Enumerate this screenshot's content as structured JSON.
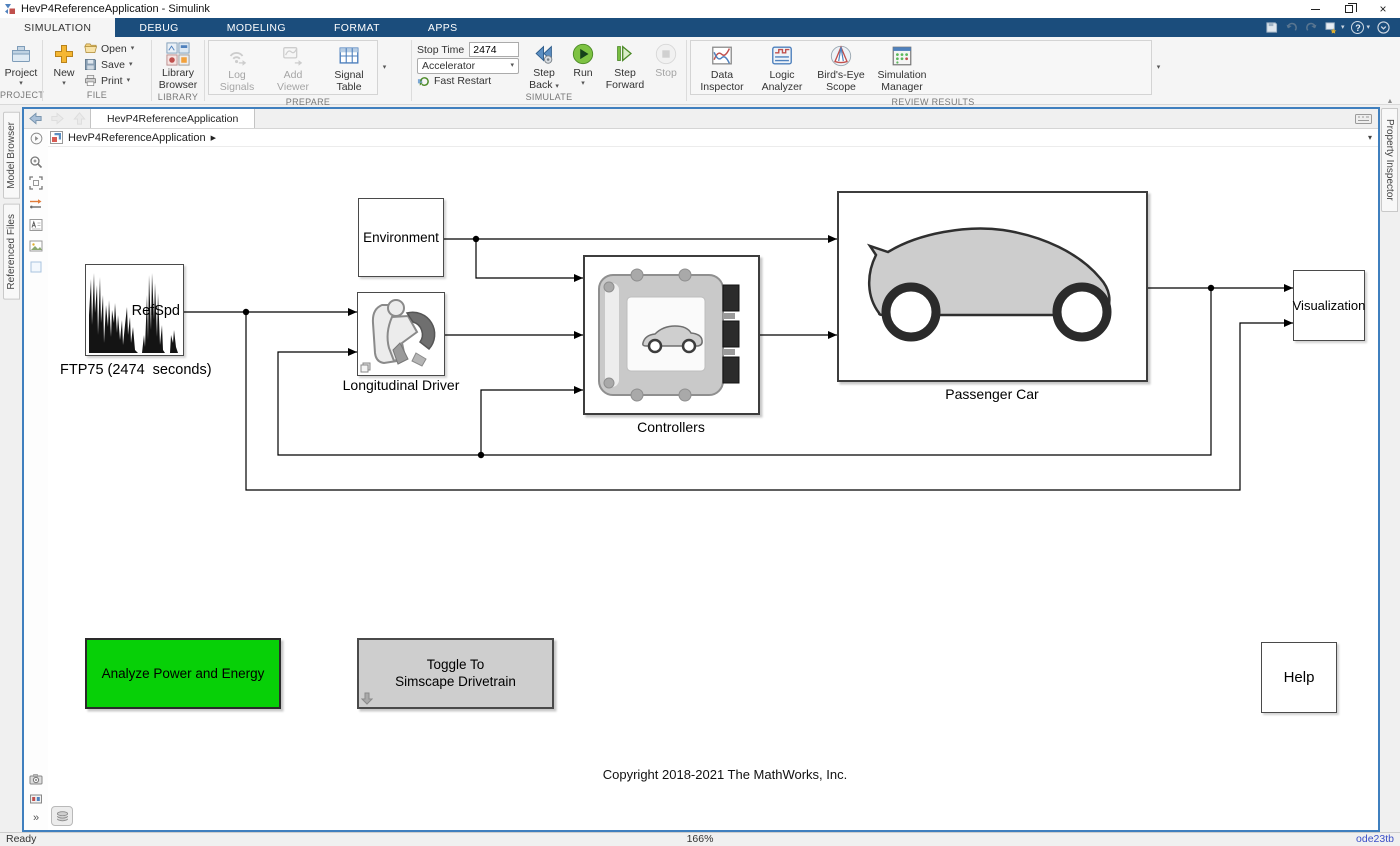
{
  "window": {
    "title": "HevP4ReferenceApplication - Simulink"
  },
  "tabs": [
    {
      "label": "SIMULATION"
    },
    {
      "label": "DEBUG"
    },
    {
      "label": "MODELING"
    },
    {
      "label": "FORMAT"
    },
    {
      "label": "APPS"
    }
  ],
  "toolbar": {
    "project": "Project",
    "new": "New",
    "open": "Open",
    "save": "Save",
    "print": "Print",
    "library_browser": "Library Browser",
    "log_signals": "Log Signals",
    "add_viewer": "Add Viewer",
    "signal_table": "Signal Table",
    "stop_time_label": "Stop Time",
    "stop_time_value": "2474",
    "sim_mode": "Accelerator",
    "fast_restart": "Fast Restart",
    "step_back": "Step Back",
    "run": "Run",
    "step_forward": "Step Forward",
    "stop": "Stop",
    "data_inspector": "Data Inspector",
    "logic_analyzer": "Logic Analyzer",
    "birds_eye_scope": "Bird's-Eye Scope",
    "simulation_manager": "Simulation Manager"
  },
  "groups": {
    "project": "PROJECT",
    "file": "FILE",
    "library": "LIBRARY",
    "prepare": "PREPARE",
    "simulate": "SIMULATE",
    "review": "REVIEW RESULTS"
  },
  "panels": {
    "model_browser": "Model Browser",
    "referenced_files": "Referenced Files",
    "property_inspector": "Property Inspector"
  },
  "document": {
    "tab_title": "HevP4ReferenceApplication",
    "breadcrumb": "HevP4ReferenceApplication"
  },
  "canvas": {
    "drive_cycle_port": "RefSpd",
    "drive_cycle_caption": "FTP75 (2474  seconds)",
    "environment": "Environment",
    "longitudinal_driver": "Longitudinal Driver",
    "controllers": "Controllers",
    "passenger_car": "Passenger Car",
    "visualization": "Visualization",
    "analyze_button": "Analyze Power and Energy",
    "toggle_line1": "Toggle To",
    "toggle_line2": "Simscape Drivetrain",
    "help_block": "Help",
    "copyright": "Copyright 2018-2021 The MathWorks, Inc."
  },
  "status": {
    "left": "Ready",
    "zoom": "166%",
    "solver": "ode23tb"
  },
  "icons": {
    "caret": "▾",
    "play": "▶",
    "chevrons": "»",
    "scroll_up": "▲"
  },
  "colors": {
    "ribbon": "#1b4d7c",
    "frame": "#3f7fbe",
    "green-block": "#07d007",
    "gray-block": "#cecece",
    "solver": "#3c50c8"
  }
}
